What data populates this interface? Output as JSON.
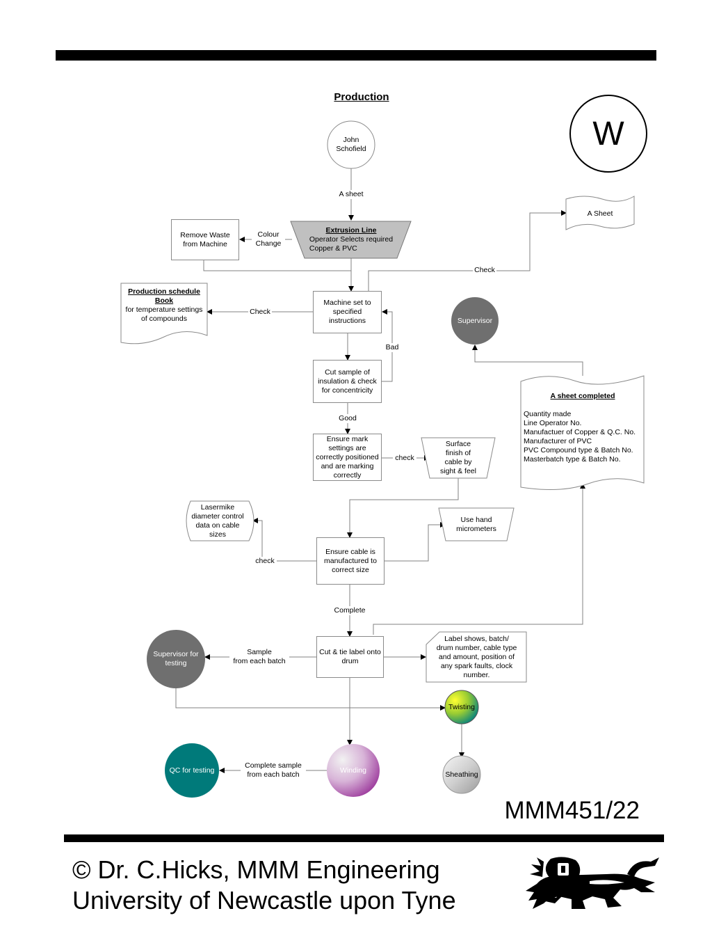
{
  "title": "Production",
  "corner_letter": "W",
  "nodes": {
    "john": "John\nSchofield",
    "extrusion_title": "Extrusion Line",
    "extrusion_body": "Operator Selects required\nCopper & PVC",
    "remove_waste": "Remove Waste\nfrom Machine",
    "a_sheet_doc": "A Sheet",
    "schedule_title": "Production schedule\nBook",
    "schedule_body": "for temperature settings\nof compounds",
    "machine_set": "Machine set to\nspecified\ninstructions",
    "supervisor": "Supervisor",
    "cut_sample": "Cut sample of\ninsulation & check\nfor concentricity",
    "a_sheet_completed_title": "A sheet completed",
    "a_sheet_completed_body": "Quantity made\nLine Operator No.\nManufactuer of Copper & Q.C. No.\nManufacturer of PVC\nPVC Compound type &   Batch No.\nMasterbatch type & Batch No.",
    "ensure_mark": "Ensure mark\nsettings are\ncorrectly positioned\nand are marking\ncorrectly",
    "surface_finish": "Surface\nfinish of\ncable by\nsight & feel",
    "lasermike": "Lasermike\ndiameter control\ndata on cable\nsizes",
    "hand_micrometers": "Use hand\nmicrometers",
    "ensure_size": "Ensure cable is\nmanufactured to\ncorrect size",
    "supervisor_testing": "Supervisor for\ntesting",
    "cut_tie": "Cut & tie label onto\ndrum",
    "label_shows": "Label shows, batch/\ndrum number, cable type\nand amount, position of\nany spark faults, clock\nnumber.",
    "twisting": "Twisting",
    "qc_testing": "QC for testing",
    "winding": "Winding",
    "sheathing": "Sheathing"
  },
  "edge_labels": {
    "a_sheet": "A sheet",
    "colour_change": "Colour\nChange",
    "check_top": "Check",
    "check_schedule": "Check",
    "bad": "Bad",
    "good": "Good",
    "check_surface": "check",
    "check_laser": "check",
    "complete": "Complete",
    "sample": "Sample\nfrom each batch",
    "complete_sample": "Complete sample\nfrom each batch"
  },
  "colors": {
    "dark_grey": "#6f6f6f",
    "teal": "#007a7a",
    "purple": "#8c1a8c",
    "extrusion_fill": "#c0c0c0"
  },
  "reference": "MMM451/22",
  "footer": {
    "line1": "© Dr. C.Hicks, MMM Engineering",
    "line2": "University of Newcastle upon Tyne"
  },
  "logo": "newcastle-lion-emblem"
}
